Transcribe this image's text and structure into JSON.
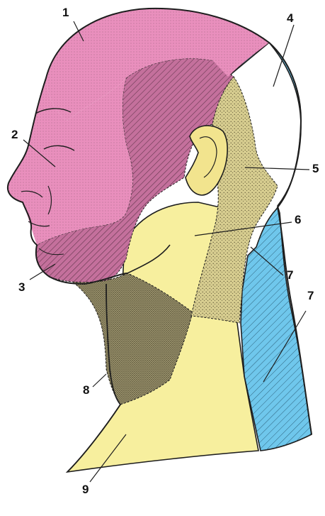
{
  "figure": {
    "colors": {
      "pink": "#e98fbd",
      "magenta_hatched": "#c4709c",
      "blue": "#6fc7ec",
      "yellow": "#f7ef9e",
      "olive_dotted": "#d6cc8f",
      "dark_dotted": "#9e9670",
      "outline": "#1e1e1e"
    },
    "labels": [
      {
        "id": "1",
        "text": "1"
      },
      {
        "id": "2",
        "text": "2"
      },
      {
        "id": "3",
        "text": "3"
      },
      {
        "id": "4",
        "text": "4"
      },
      {
        "id": "5",
        "text": "5"
      },
      {
        "id": "6",
        "text": "6"
      },
      {
        "id": "7a",
        "text": "7"
      },
      {
        "id": "7b",
        "text": "7"
      },
      {
        "id": "8",
        "text": "8"
      },
      {
        "id": "9",
        "text": "9"
      }
    ]
  }
}
